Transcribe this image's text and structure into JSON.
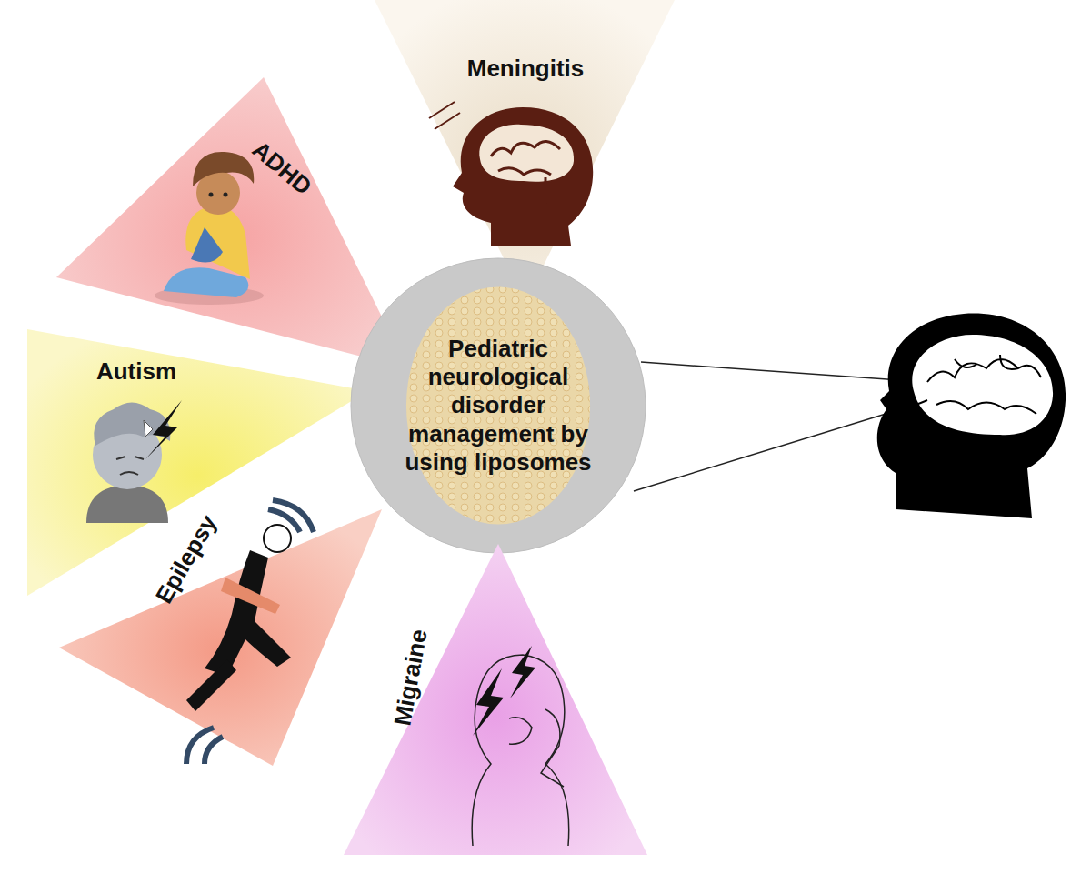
{
  "diagram": {
    "nodes": [
      {
        "text": [
          "Meningitis"
        ]
      },
      {
        "text": [
          "ADHD"
        ]
      },
      {
        "text": [
          "Autism"
        ]
      },
      {
        "text": [
          "Pediatric neurological disorder management by using liposomes"
        ]
      },
      {
        "text": [
          "Epilepsy"
        ]
      },
      {
        "text": [
          "Migraine"
        ]
      }
    ]
  }
}
